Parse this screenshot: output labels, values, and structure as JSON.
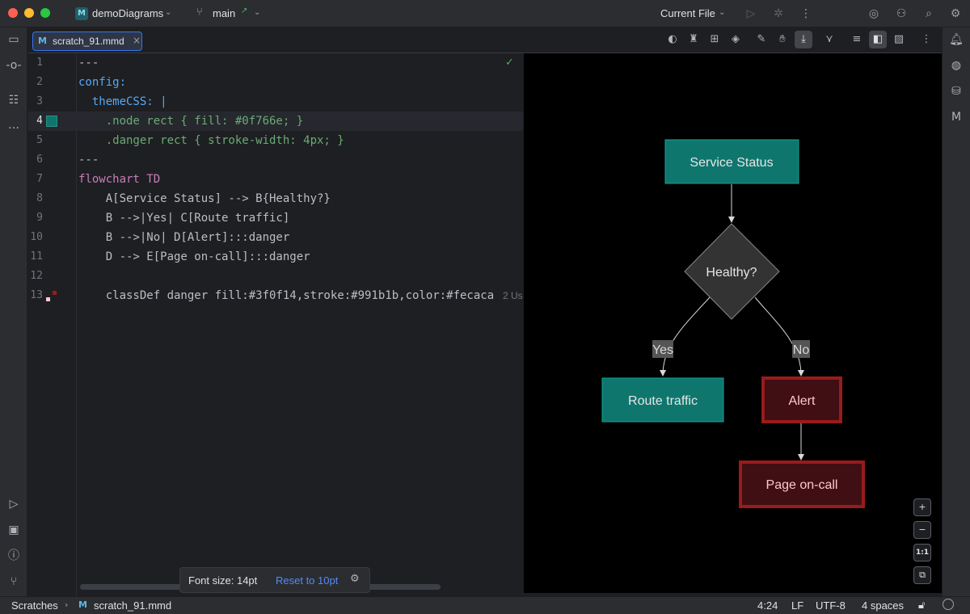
{
  "titlebar": {
    "project_badge": "M",
    "project_name": "demoDiagrams",
    "branch_name": "main",
    "branch_arrow": "↗",
    "run_config": "Current File",
    "icons": [
      "run-icon",
      "debug-icon",
      "more-icon",
      "ai-assistant-icon",
      "add-user-icon",
      "search-icon",
      "settings-icon"
    ]
  },
  "tab": {
    "label": "scratch_91.mmd",
    "icon": "M"
  },
  "preview_toolbar": {
    "icons": [
      "palette-icon",
      "brush-icon",
      "tree-icon",
      "fill-icon",
      "pencil-icon",
      "hand-icon",
      "scroll-sync-icon",
      "merge-icon",
      "editor-only-icon",
      "split-view-icon",
      "preview-only-icon",
      "more-icon"
    ]
  },
  "editor": {
    "lines": [
      {
        "n": "1",
        "code": "---"
      },
      {
        "n": "2",
        "code": "config:"
      },
      {
        "n": "3",
        "code": "  themeCSS: |"
      },
      {
        "n": "4",
        "code": "    .node rect { fill: #0f766e; }"
      },
      {
        "n": "5",
        "code": "    .danger rect { stroke-width: 4px; }"
      },
      {
        "n": "6",
        "code": "---"
      },
      {
        "n": "7",
        "code": "flowchart TD"
      },
      {
        "n": "8",
        "code": "    A[Service Status] --> B{Healthy?}"
      },
      {
        "n": "9",
        "code": "    B -->|Yes| C[Route traffic]"
      },
      {
        "n": "10",
        "code": "    B -->|No| D[Alert]:::danger"
      },
      {
        "n": "11",
        "code": "    D --> E[Page on-call]:::danger"
      },
      {
        "n": "12",
        "code": ""
      },
      {
        "n": "13",
        "code": "    classDef danger fill:#3f0f14,stroke:#991b1b,color:#fecaca"
      }
    ],
    "usages_hint": "2 Us",
    "current_line": "4"
  },
  "font_popup": {
    "label": "Font size: 14pt",
    "reset_link": "Reset to 10pt"
  },
  "preview": {
    "nodes": {
      "a": "Service Status",
      "b": "Healthy?",
      "c": "Route traffic",
      "d": "Alert",
      "e": "Page on-call"
    },
    "edge_labels": {
      "yes": "Yes",
      "no": "No"
    },
    "colors": {
      "node_fill": "#0f766e",
      "danger_fill": "#3f0f14",
      "danger_stroke": "#991b1b",
      "danger_text": "#fecaca",
      "decision_fill": "#333333"
    },
    "zoom_buttons": {
      "zoom_in": "+",
      "zoom_out": "−",
      "actual_size": "1:1",
      "fit": "⧉"
    }
  },
  "statusbar": {
    "breadcrumb_root": "Scratches",
    "breadcrumb_file": "scratch_91.mmd",
    "position": "4:24",
    "line_ending": "LF",
    "encoding": "UTF-8",
    "indent": "4 spaces"
  }
}
